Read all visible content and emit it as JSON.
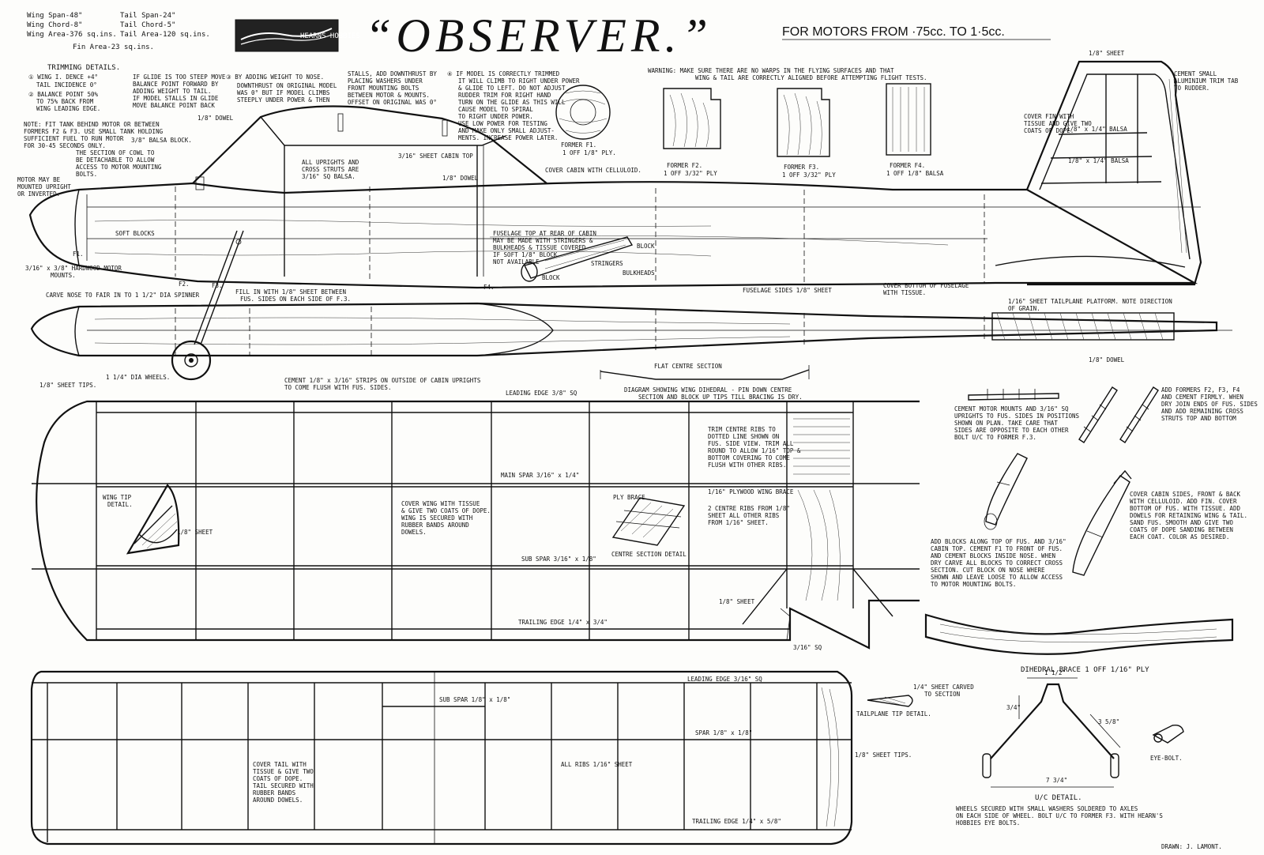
{
  "header": {
    "specs_left": [
      "Wing Span-48\"",
      "Wing Chord-8\"",
      "Wing Area-376 sq.ins."
    ],
    "specs_right": [
      "Tail Span-24\"",
      "Tail Chord-5\"",
      "Tail Area-120 sq.ins."
    ],
    "fin_area": "Fin Area-23 sq.ins.",
    "logo_text": "HEARNS HOBBIES",
    "title": "“OBSERVER.”",
    "subtitle": "FOR MOTORS FROM ·75cc. TO 1·5cc."
  },
  "trimming": {
    "heading": "TRIMMING DETAILS.",
    "items": [
      "① WING I. DENCE +4°",
      "TAIL INCIDENCE 0°",
      "② BALANCE POINT 50%",
      "TO 75% BACK FROM",
      "WING LEADING EDGE."
    ],
    "glide": [
      "IF GLIDE IS TOO STEEP MOVE",
      "BALANCE POINT FORWARD BY",
      "ADDING WEIGHT TO TAIL.",
      "IF MODEL STALLS IN GLIDE",
      "MOVE BALANCE POINT BACK"
    ],
    "weight": [
      "③ BY ADDING WEIGHT TO NOSE.",
      "DOWNTHRUST ON ORIGINAL MODEL",
      "WAS 0° BUT IF MODEL CLIMBS",
      "STEEPLY UNDER POWER & THEN"
    ],
    "stalls": [
      "STALLS, ADD DOWNTHRUST BY",
      "PLACING WASHERS UNDER",
      "FRONT MOUNTING BOLTS",
      "BETWEEN MOTOR & MOUNTS.",
      "OFFSET ON ORIGINAL WAS 0°"
    ],
    "rudder": [
      "④ IF MODEL IS CORRECTLY TRIMMED",
      "IT WILL CLIMB TO RIGHT UNDER POWER",
      "& GLIDE TO LEFT. DO NOT ADJUST",
      "RUDDER TRIM FOR RIGHT HAND",
      "TURN ON THE GLIDE AS THIS WILL",
      "CAUSE MODEL TO SPIRAL",
      "TO RIGHT UNDER POWER.",
      "USE LOW POWER FOR TESTING",
      "AND MAKE ONLY SMALL ADJUST-",
      "MENTS. INCREASE POWER LATER."
    ],
    "note": [
      "NOTE: FIT TANK BEHIND MOTOR OR BETWEEN",
      "FORMERS F2 & F3. USE SMALL TANK HOLDING",
      "SUFFICIENT FUEL TO RUN MOTOR",
      "FOR 30-45 SECONDS ONLY."
    ],
    "warning": [
      "WARNING: MAKE SURE THERE ARE NO WARPS IN THE FLYING SURFACES AND THAT",
      "WING & TAIL ARE CORRECTLY ALIGNED BEFORE ATTEMPTING FLIGHT TESTS."
    ]
  },
  "fuselage_labels": {
    "dowel_top": "1/8\" DOWEL",
    "balsa_block": "3/8\" BALSA BLOCK.",
    "cowl": [
      "THE SECTION OF COWL TO",
      "BE DETACHABLE TO ALLOW",
      "ACCESS TO MOTOR MOUNTING",
      "BOLTS."
    ],
    "motor": [
      "MOTOR MAY BE",
      "MOUNTED UPRIGHT",
      "OR INVERTED."
    ],
    "uprights": [
      "ALL UPRIGHTS AND",
      "CROSS STRUTS ARE",
      "3/16\" SQ BALSA."
    ],
    "cabin_top": "3/16\" SHEET CABIN TOP",
    "dowel_cabin": "1/8\" DOWEL",
    "soft_blocks": "SOFT BLOCKS",
    "mounts": [
      "3/16\" x 3/8\" HARDWOOD MOTOR",
      "MOUNTS."
    ],
    "f1": "F1.",
    "f2": "F2.",
    "f3": "F3.",
    "f4": "F4.",
    "fill_in": [
      "FILL IN WITH 1/8\" SHEET BETWEEN",
      "FUS. SIDES ON EACH SIDE OF F.3."
    ],
    "fus_top": [
      "FUSELAGE TOP AT REAR OF CABIN",
      "MAY BE MADE WITH STRINGERS &",
      "BULKHEADS & TISSUE COVERED",
      "IF SOFT 1/8\" BLOCK",
      "NOT AVAILABLE"
    ],
    "block": "BLOCK",
    "bulkheads": "BULKHEADS",
    "stringers": "STRINGERS",
    "sides": "FUSELAGE SIDES 1/8\" SHEET",
    "cover_bottom": [
      "COVER BOTTOM OF FUSELAGE",
      "WITH TISSUE."
    ],
    "carve_nose": "CARVE NOSE TO FAIR IN TO 1 1/2\" DIA SPINNER",
    "wheels": "1 1/4\" DIA WHEELS.",
    "cement_strips": [
      "CEMENT 1/8\" x 3/16\" STRIPS ON OUTSIDE OF CABIN UPRIGHTS",
      "TO COME FLUSH WITH FUS. SIDES."
    ],
    "tailplane_platform": [
      "1/16\" SHEET TAILPLANE PLATFORM. NOTE DIRECTION",
      "OF GRAIN."
    ],
    "dowel_tail": "1/8\" DOWEL"
  },
  "formers": [
    {
      "label": "FORMER F1.",
      "qty": "1 OFF 1/8\" PLY."
    },
    {
      "label": "FORMER F2.",
      "qty": "1 OFF 3/32\" PLY"
    },
    {
      "label": "FORMER F3.",
      "qty": "1 OFF 3/32\" PLY"
    },
    {
      "label": "FORMER F4.",
      "qty": "1 OFF 1/8\" BALSA"
    }
  ],
  "cabin_celluloid": "COVER CABIN WITH CELLULOID.",
  "fin_labels": {
    "sheet": "1/8\" SHEET",
    "trim_tab": [
      "CEMENT SMALL",
      "ALUMINIUM TRIM TAB",
      "TO RUDDER."
    ],
    "balsa1": "1/8\" x 1/4\" BALSA",
    "cover_fin": [
      "COVER FIN WITH",
      "TISSUE AND GIVE TWO",
      "COATS OF DOPE."
    ],
    "balsa2": "1/8\" x 1/4\" BALSA"
  },
  "wing_labels": {
    "sheet_tips": "1/8\" SHEET TIPS.",
    "leading_edge": "LEADING EDGE 3/8\" SQ",
    "dihedral_diagram": [
      "DIAGRAM SHOWING WING DIHEDRAL - PIN DOWN CENTRE",
      "SECTION AND BLOCK UP TIPS TILL BRACING IS DRY."
    ],
    "flat_centre": "FLAT CENTRE SECTION",
    "main_spar": "MAIN SPAR 3/16\" x 1/4\"",
    "wing_tip": [
      "WING TIP",
      "DETAIL."
    ],
    "tip_sheet": "1/8\" SHEET",
    "cover_wing": [
      "COVER WING WITH TISSUE",
      "& GIVE TWO COATS OF DOPE.",
      "WING IS SECURED WITH",
      "RUBBER BANDS AROUND",
      "DOWELS."
    ],
    "ply_brace": "PLY BRACE",
    "centre_detail": "CENTRE SECTION DETAIL",
    "sub_spar": "SUB SPAR 3/16\" x 1/8\"",
    "trailing_edge": "TRAILING EDGE 1/4\" x 3/4\"",
    "trim_ribs": [
      "TRIM CENTRE RIBS TO",
      "DOTTED LINE SHOWN ON",
      "FUS. SIDE VIEW. TRIM ALL",
      "ROUND TO ALLOW 1/16\" TOP &",
      "BOTTOM COVERING TO COME",
      "FLUSH WITH OTHER RIBS."
    ],
    "ply_wing_brace": "1/16\" PLYWOOD WING BRACE",
    "centre_ribs": [
      "2 CENTRE RIBS FROM 1/8\"",
      "SHEET ALL OTHER RIBS",
      "FROM 1/16\" SHEET."
    ],
    "sheet_centre": "1/8\" SHEET",
    "sq": "3/16\" SQ"
  },
  "assembly": {
    "step1": [
      "CEMENT MOTOR MOUNTS AND 3/16\" SQ",
      "UPRIGHTS TO FUS. SIDES IN POSITIONS",
      "SHOWN ON PLAN. TAKE CARE THAT",
      "SIDES ARE OPPOSITE TO EACH OTHER",
      "BOLT U/C TO FORMER F.3."
    ],
    "step2": [
      "ADD FORMERS F2, F3, F4",
      "AND CEMENT FIRMLY. WHEN",
      "DRY JOIN ENDS OF FUS. SIDES",
      "AND ADD REMAINING CROSS",
      "STRUTS TOP AND BOTTOM"
    ],
    "step3": [
      "ADD BLOCKS ALONG TOP OF FUS. AND 3/16\"",
      "CABIN TOP. CEMENT F1 TO FRONT OF FUS.",
      "AND CEMENT BLOCKS INSIDE NOSE. WHEN",
      "DRY CARVE ALL BLOCKS TO CORRECT CROSS",
      "SECTION. CUT BLOCK ON NOSE WHERE",
      "SHOWN AND LEAVE LOOSE TO ALLOW ACCESS",
      "TO MOTOR MOUNTING BOLTS."
    ],
    "step4": [
      "COVER CABIN SIDES, FRONT & BACK",
      "WITH CELLULOID. ADD FIN. COVER",
      "BOTTOM OF FUS. WITH TISSUE. ADD",
      "DOWELS FOR RETAINING WING & TAIL.",
      "SAND FUS. SMOOTH AND GIVE TWO",
      "COATS OF DOPE SANDING BETWEEN",
      "EACH COAT. COLOR AS DESIRED."
    ]
  },
  "dihedral_brace": "DIHEDRAL BRACE 1 OFF 1/16\" PLY",
  "tail_labels": {
    "sub_spar": "SUB SPAR 1/8\" x 1/8\"",
    "leading_edge": "LEADING EDGE 3/16\" SQ",
    "spar": "SPAR 1/8\" x 1/8\"",
    "cover_tail": [
      "COVER TAIL WITH",
      "TISSUE & GIVE TWO",
      "COATS OF DOPE.",
      "TAIL SECURED WITH",
      "RUBBER BANDS",
      "AROUND DOWELS."
    ],
    "all_ribs": "ALL RIBS 1/16\" SHEET",
    "sheet_tips": "1/8\" SHEET TIPS.",
    "trailing_edge": "TRAILING EDGE 1/4\" x 5/8\"",
    "carved": [
      "1/4\" SHEET CARVED",
      "TO SECTION"
    ],
    "tip_detail": "TAILPLANE TIP DETAIL."
  },
  "uc": {
    "dim_top": "1 1/2\"",
    "dim_side": "3/4\"",
    "dim_leg": "3 5/8\"",
    "dim_span": "7 3/4\"",
    "title": "U/C DETAIL.",
    "eye_bolt": "EYE-BOLT.",
    "note": [
      "WHEELS SECURED WITH SMALL WASHERS SOLDERED TO AXLES",
      "ON EACH SIDE OF WHEEL. BOLT U/C TO FORMER F3. WITH HEARN'S",
      "HOBBIES EYE BOLTS."
    ]
  },
  "drawn_by": "DRAWN: J. LAMONT."
}
